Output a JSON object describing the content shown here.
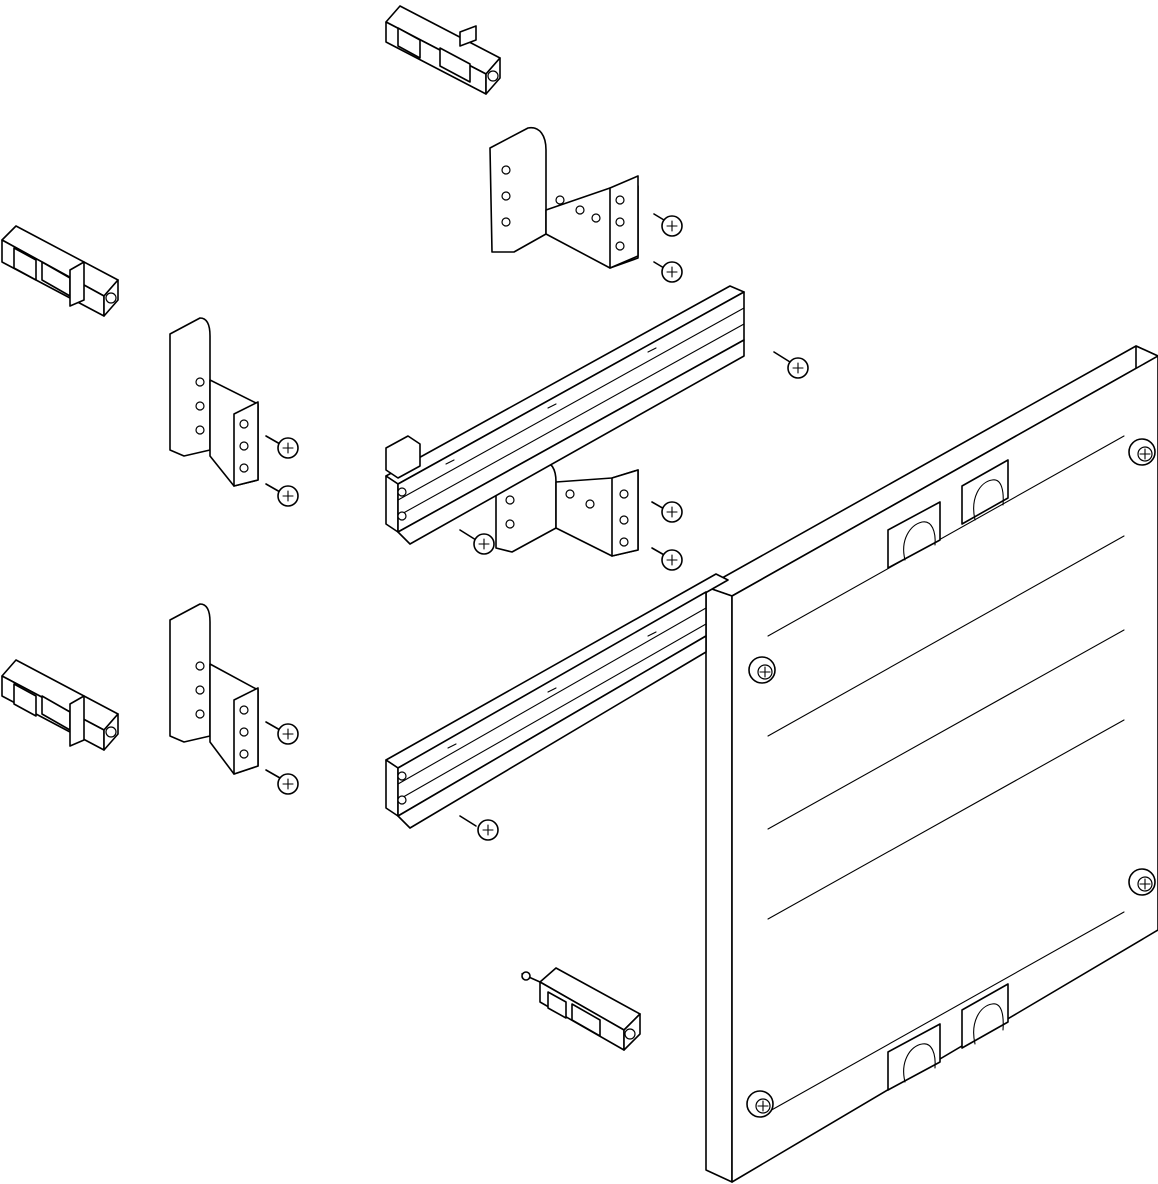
{
  "drawing": {
    "background": "#ffffff",
    "line_color": "#000000",
    "parts": [
      {
        "name": "terminal-block"
      },
      {
        "name": "mounting-bracket"
      },
      {
        "name": "mounting-rail"
      },
      {
        "name": "screw"
      },
      {
        "name": "cover-panel"
      }
    ]
  }
}
